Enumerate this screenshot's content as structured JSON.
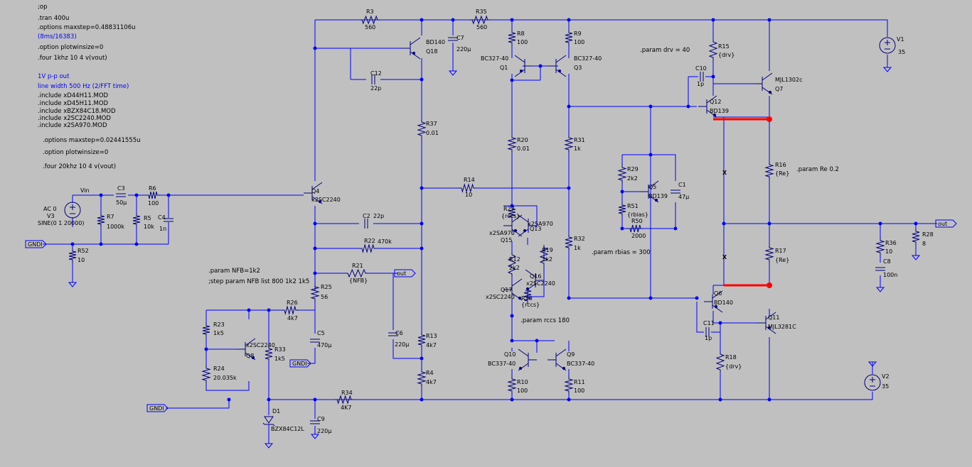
{
  "directives": [
    {
      "text": ";op",
      "color": "black"
    },
    {
      "text": ".tran 400u",
      "color": "black"
    },
    {
      "text": ".options maxstep=0.48831106u",
      "color": "black"
    },
    {
      "text": "(8ms/16383)",
      "color": "blue"
    },
    {
      "text": ".option plotwinsize=0",
      "color": "black"
    },
    {
      "text": ".four 1khz 10 4 v(vout)",
      "color": "black"
    },
    {
      "text": "1V p-p out",
      "color": "blue"
    },
    {
      "text": "line width 500 Hz (2/FFT time)",
      "color": "blue"
    },
    {
      "text": ".include xD44H11.MOD",
      "color": "black"
    },
    {
      "text": ".include xD45H11.MOD",
      "color": "black"
    },
    {
      "text": ".include xBZX84C18.MOD",
      "color": "black"
    },
    {
      "text": ".include x2SC2240.MOD",
      "color": "black"
    },
    {
      "text": ".include x2SA970.MOD",
      "color": "black"
    },
    {
      "text": ".options maxstep=0.02441555u",
      "color": "black"
    },
    {
      "text": ".option plotwinsize=0",
      "color": "black"
    },
    {
      "text": ".four 20khz 10 4 v(vout)",
      "color": "black"
    },
    {
      "text": ".param NFB=1k2",
      "color": "black"
    },
    {
      "text": ";step param NFB list 800 1k2 1k5",
      "color": "black"
    },
    {
      "text": ".param drv = 40",
      "color": "black"
    },
    {
      "text": ".param Re 0.2",
      "color": "black"
    },
    {
      "text": ".param rbias = 300",
      "color": "black"
    },
    {
      "text": ".param rccs 180",
      "color": "black"
    }
  ],
  "components": {
    "R3": {
      "name": "R3",
      "value": "560"
    },
    "R35": {
      "name": "R35",
      "value": "560"
    },
    "C7": {
      "name": "C7",
      "value": "220µ"
    },
    "Q18": {
      "name": "Q18",
      "value": "BD140"
    },
    "C12": {
      "name": "C12",
      "value": "22p"
    },
    "R37": {
      "name": "R37",
      "value": "0.01"
    },
    "R8": {
      "name": "R8",
      "value": "100"
    },
    "R9": {
      "name": "R9",
      "value": "100"
    },
    "Q1": {
      "name": "Q1",
      "value": "BC327-40"
    },
    "Q3": {
      "name": "Q3",
      "value": "BC327-40"
    },
    "R20": {
      "name": "R20",
      "value": "0.01"
    },
    "R31": {
      "name": "R31",
      "value": "1k"
    },
    "R14": {
      "name": "R14",
      "value": "10"
    },
    "Q4": {
      "name": "Q4",
      "value": "x2SC2240"
    },
    "C3": {
      "name": "C3",
      "value": "50µ"
    },
    "R6": {
      "name": "R6",
      "value": "100"
    },
    "R7": {
      "name": "R7",
      "value": "1000k"
    },
    "R5": {
      "name": "R5",
      "value": "10k"
    },
    "C4": {
      "name": "C4",
      "value": "1n"
    },
    "V3": {
      "name": "V3",
      "value": "SINE(0 1 20000)",
      "extra": "AC 0"
    },
    "R52": {
      "name": "R52",
      "value": "10"
    },
    "C2": {
      "name": "C2",
      "value": "22p"
    },
    "R22": {
      "name": "R22",
      "value": "470k"
    },
    "R21": {
      "name": "R21",
      "value": "{NFB}"
    },
    "R25": {
      "name": "R25",
      "value": "56"
    },
    "R26": {
      "name": "R26",
      "value": "4k7"
    },
    "C5": {
      "name": "C5",
      "value": "470µ"
    },
    "C6": {
      "name": "C6",
      "value": "220µ"
    },
    "R13": {
      "name": "R13",
      "value": "4k7"
    },
    "R4": {
      "name": "R4",
      "value": "4k7"
    },
    "R23": {
      "name": "R23",
      "value": "1k5"
    },
    "R24": {
      "name": "R24",
      "value": "20.035k"
    },
    "Q8": {
      "name": "Q8",
      "value": "x2SC2240"
    },
    "R33": {
      "name": "R33",
      "value": "1k5"
    },
    "D1": {
      "name": "D1",
      "value": "BZX84C12L"
    },
    "C9": {
      "name": "C9",
      "value": "220µ"
    },
    "R34": {
      "name": "R34",
      "value": "4K7"
    },
    "R27": {
      "name": "R27",
      "value": "{rccs}"
    },
    "Q15": {
      "name": "Q15",
      "value": "x2SA970"
    },
    "Q13": {
      "name": "Q13",
      "value": "x2SA970"
    },
    "R12": {
      "name": "R12",
      "value": "2k2"
    },
    "R19": {
      "name": "R19",
      "value": "2k2"
    },
    "Q16": {
      "name": "Q16",
      "value": "x2SC2240"
    },
    "Q17": {
      "name": "Q17",
      "value": "x2SC2240"
    },
    "R30": {
      "name": "R30",
      "value": "{rccs}"
    },
    "R32": {
      "name": "R32",
      "value": "1k"
    },
    "Q10": {
      "name": "Q10",
      "value": "BC337-40"
    },
    "Q9": {
      "name": "Q9",
      "value": "BC337-40"
    },
    "R10": {
      "name": "R10",
      "value": "100"
    },
    "R11": {
      "name": "R11",
      "value": "100"
    },
    "R29": {
      "name": "R29",
      "value": "2k2"
    },
    "R51": {
      "name": "R51",
      "value": "{rbias}"
    },
    "R50": {
      "name": "R50",
      "value": "2000"
    },
    "Q5": {
      "name": "Q5",
      "value": "BD139"
    },
    "C1": {
      "name": "C1",
      "value": "47µ"
    },
    "R15": {
      "name": "R15",
      "value": "{drv}"
    },
    "C10": {
      "name": "C10",
      "value": "1p"
    },
    "Q12": {
      "name": "Q12",
      "value": "BD139"
    },
    "Q7": {
      "name": "Q7",
      "value": "MJL1302c"
    },
    "R16": {
      "name": "R16",
      "value": "{Re}"
    },
    "R17": {
      "name": "R17",
      "value": "{Re}"
    },
    "Q6": {
      "name": "Q6",
      "value": "BD140"
    },
    "C11": {
      "name": "C11",
      "value": "1p"
    },
    "Q11": {
      "name": "Q11",
      "value": "MJL3281C"
    },
    "R18": {
      "name": "R18",
      "value": "{drv}"
    },
    "R36": {
      "name": "R36",
      "value": "10"
    },
    "C8": {
      "name": "C8",
      "value": "100n"
    },
    "R28": {
      "name": "R28",
      "value": "8"
    },
    "V1": {
      "name": "V1",
      "value": "35"
    },
    "V2": {
      "name": "V2",
      "value": "35"
    }
  },
  "net_labels": {
    "vin": "Vin",
    "gnd1": "GNDI",
    "gnd2": "GNDI",
    "gnd3": "GNDI",
    "out1": "out",
    "out2": "out"
  },
  "annotations": {
    "cross_mark": "X"
  },
  "colors": {
    "background": "#c0c0c0",
    "wire": "#0000ff",
    "component": "#000080",
    "text": "#000000",
    "junction": "#0000ff",
    "highlight": "#ff0000"
  }
}
